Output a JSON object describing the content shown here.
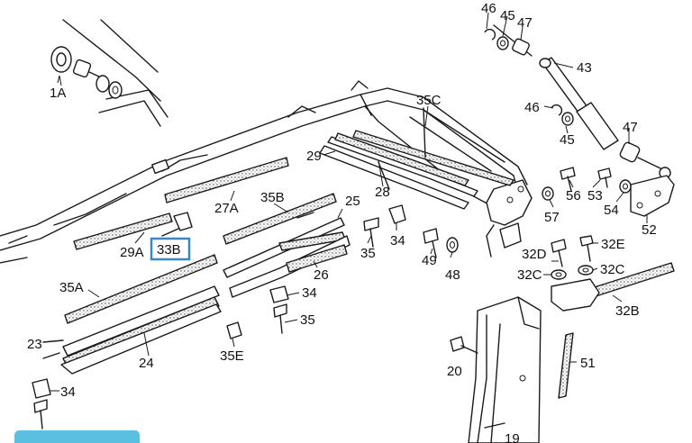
{
  "diagram": {
    "labels": {
      "p46a": "46",
      "p45a": "45",
      "p47a": "47",
      "p43": "43",
      "p46b": "46",
      "p45b": "45",
      "p47b": "47",
      "p1a": "1A",
      "p35c": "35C",
      "p29": "29",
      "p28": "28",
      "p27a": "27A",
      "p29a": "29A",
      "p33b": "33B",
      "p35b": "35B",
      "p25": "25",
      "p34a": "34",
      "p35a_screw": "35",
      "p56": "56",
      "p53": "53",
      "p57": "57",
      "p54": "54",
      "p52": "52",
      "p49": "49",
      "p48": "48",
      "p32d": "32D",
      "p32e": "32E",
      "p32c_a": "32C",
      "p32c_b": "32C",
      "p32b": "32B",
      "p35a": "35A",
      "p26": "26",
      "p34b": "34",
      "p35b_screw": "35",
      "p23": "23",
      "p24": "24",
      "p35e": "35E",
      "p34c": "34",
      "p20": "20",
      "p51": "51",
      "p19": "19"
    },
    "highlighted_part": "33B",
    "highlight_color": "#3a87c8",
    "footer_tab_color": "#5bbfe0"
  }
}
